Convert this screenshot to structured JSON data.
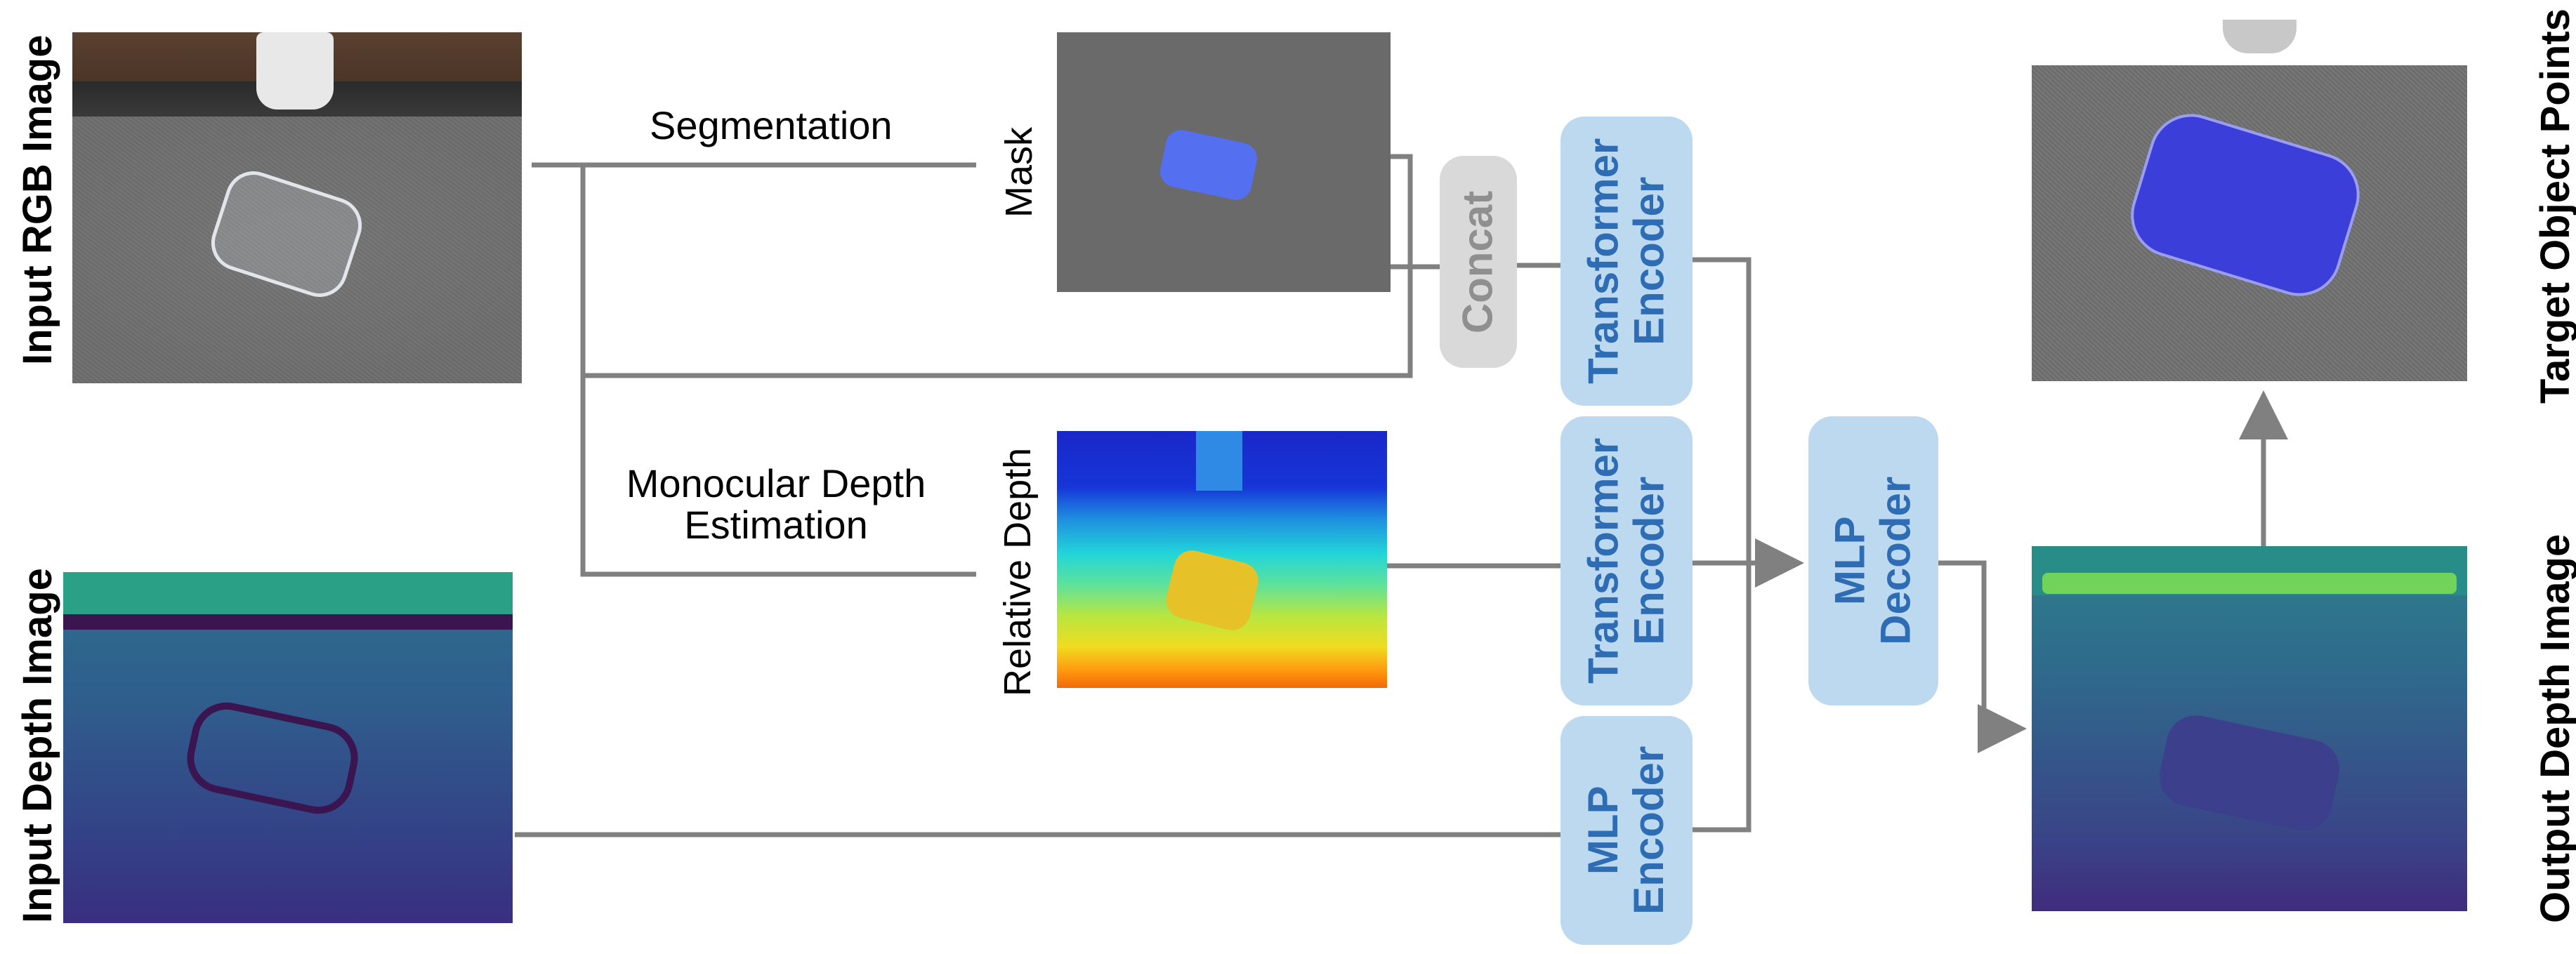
{
  "labels": {
    "input_rgb": "Input RGB Image",
    "input_depth": "Input Depth Image",
    "output_depth": "Output Depth Image",
    "target_points": "Target Object Points",
    "mask": "Mask",
    "relative_depth": "Relative Depth",
    "segmentation": "Segmentation",
    "mono_depth_line1": "Monocular Depth",
    "mono_depth_line2": "Estimation"
  },
  "blocks": {
    "concat": "Concat",
    "transformer_encoder_1": {
      "line1": "Transformer",
      "line2": "Encoder"
    },
    "transformer_encoder_2": {
      "line1": "Transformer",
      "line2": "Encoder"
    },
    "mlp_encoder": {
      "line1": "MLP",
      "line2": "Encoder"
    },
    "mlp_decoder": {
      "line1": "MLP",
      "line2": "Decoder"
    }
  },
  "colors": {
    "block_fill": "#bdd9f0",
    "block_text": "#2e6db4",
    "concat_fill": "#d9d9d9",
    "concat_text": "#8f8f8f",
    "wire": "#808080"
  }
}
